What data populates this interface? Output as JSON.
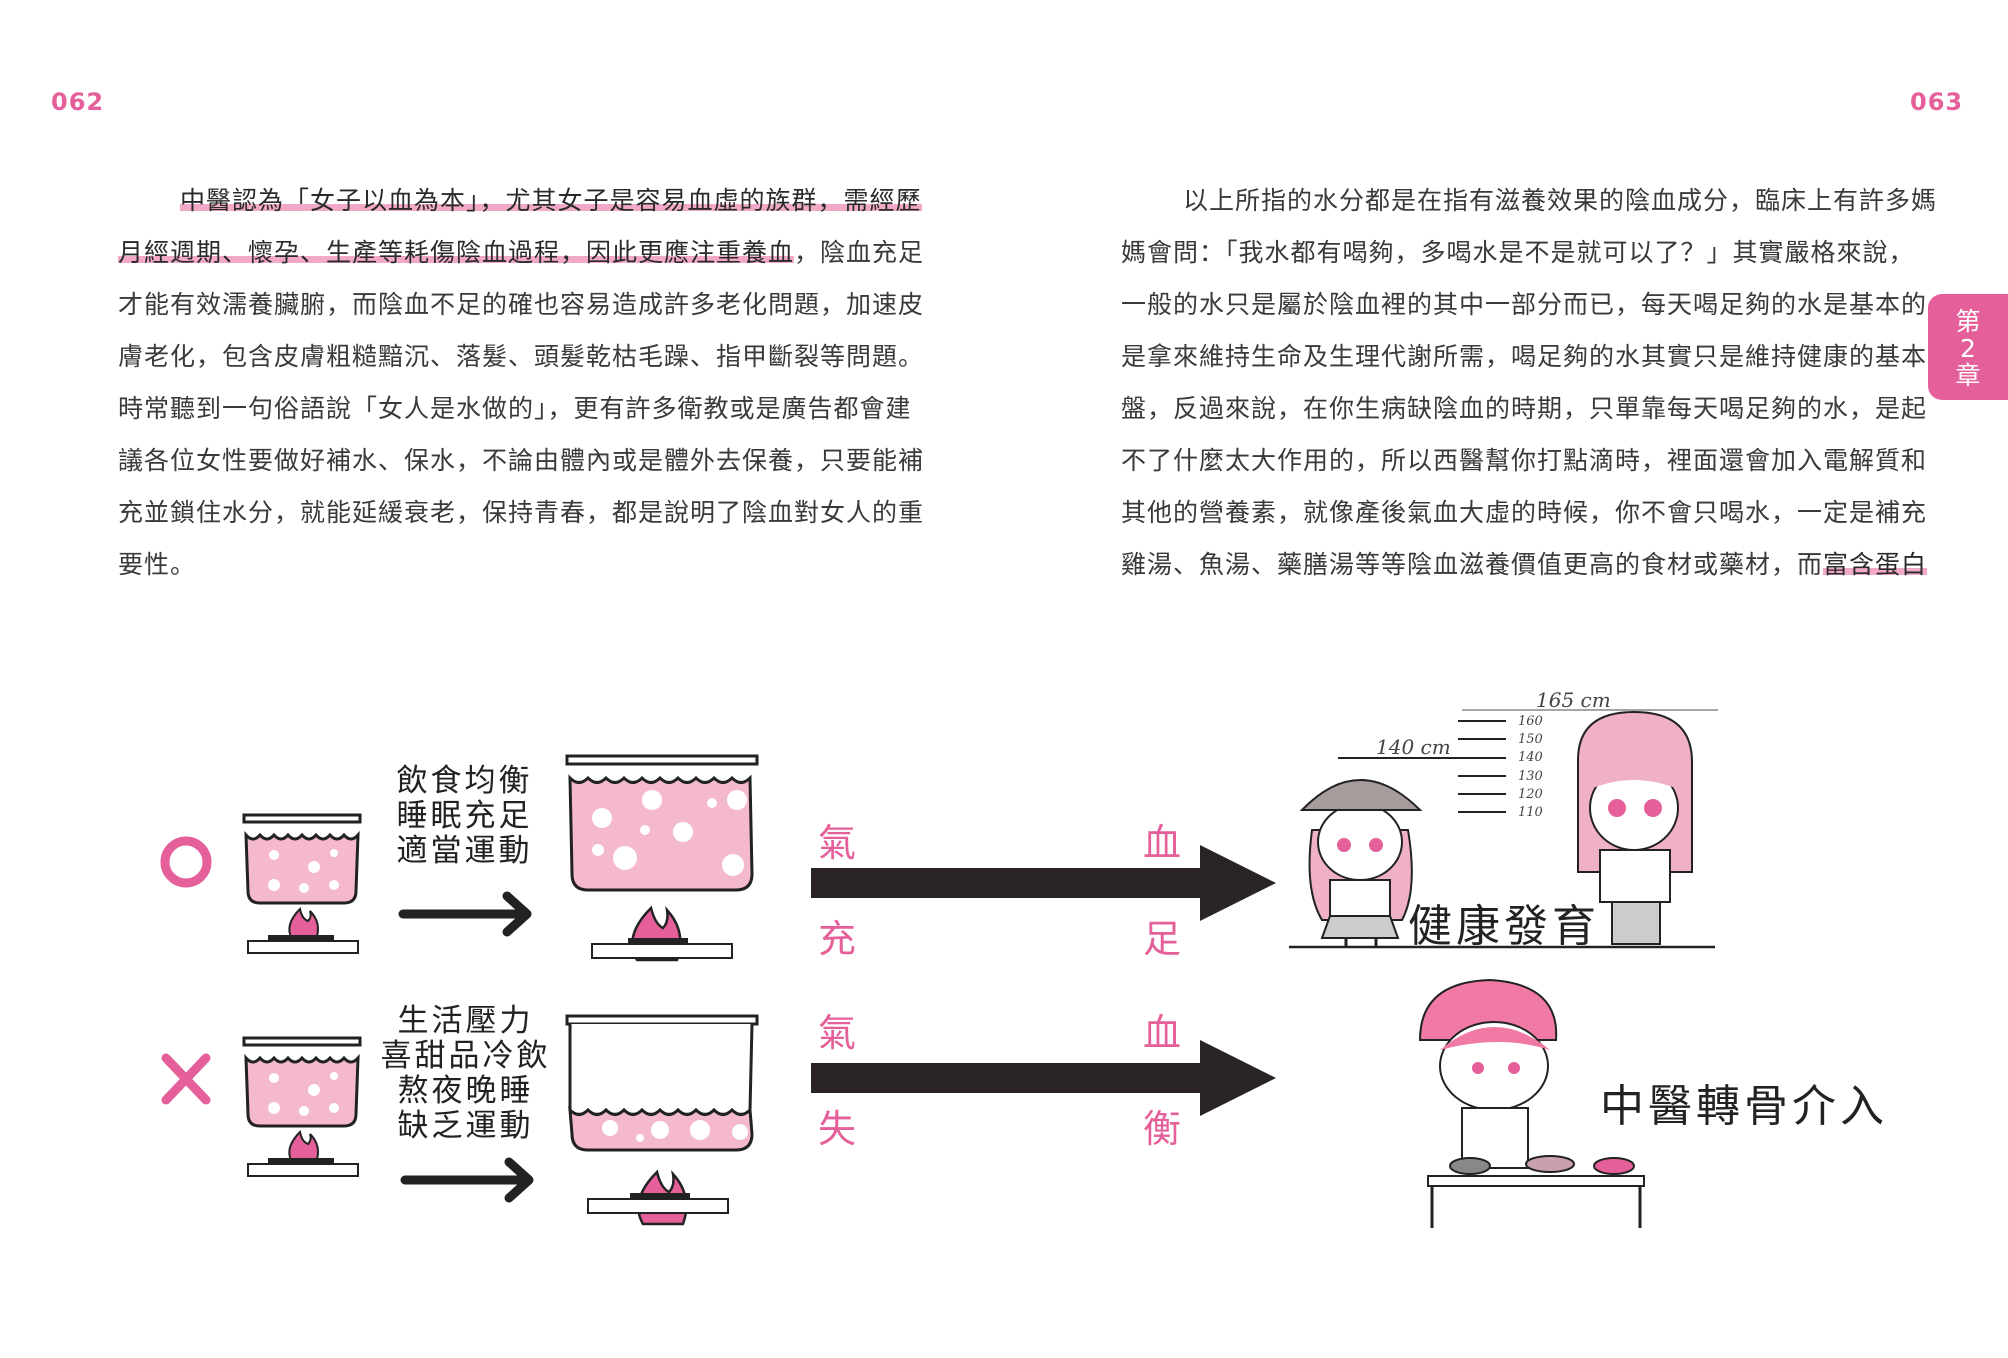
{
  "page_numbers": {
    "left": "062",
    "right": "063"
  },
  "chapter_tab": {
    "line1": "第",
    "line2": "2",
    "line3": "章"
  },
  "left_column": {
    "lines": [
      {
        "highlight": "中醫認為「女子以血為本」，尤其女子是容易血虛的族群，需經歷",
        "rest": ""
      },
      {
        "highlight": "月經週期、懷孕、生產等耗傷陰血過程，因此更應注重養血",
        "rest": "，陰血充足"
      },
      {
        "highlight": "",
        "rest": "才能有效濡養臟腑，而陰血不足的確也容易造成許多老化問題，加速皮"
      },
      {
        "highlight": "",
        "rest": "膚老化，包含皮膚粗糙黯沉、落髮、頭髮乾枯毛躁、指甲斷裂等問題。"
      },
      {
        "highlight": "",
        "rest": "時常聽到一句俗語說「女人是水做的」，更有許多衛教或是廣告都會建"
      },
      {
        "highlight": "",
        "rest": "議各位女性要做好補水、保水，不論由體內或是體外去保養，只要能補"
      },
      {
        "highlight": "",
        "rest": "充並鎖住水分，就能延緩衰老，保持青春，都是說明了陰血對女人的重"
      },
      {
        "highlight": "",
        "rest": "要性。"
      }
    ]
  },
  "right_column": {
    "lines": [
      {
        "text": "以上所指的水分都是在指有滋養效果的陰血成分，臨床上有許多媽",
        "highlight": ""
      },
      {
        "text": "媽會問：「我水都有喝夠，多喝水是不是就可以了？」其實嚴格來說，",
        "highlight": ""
      },
      {
        "text": "一般的水只是屬於陰血裡的其中一部分而已，每天喝足夠的水是基本的，",
        "highlight": ""
      },
      {
        "text": "是拿來維持生命及生理代謝所需，喝足夠的水其實只是維持健康的基本",
        "highlight": ""
      },
      {
        "text": "盤，反過來說，在你生病缺陰血的時期，只單靠每天喝足夠的水，是起",
        "highlight": ""
      },
      {
        "text": "不了什麼太大作用的，所以西醫幫你打點滴時，裡面還會加入電解質和",
        "highlight": ""
      },
      {
        "text": "其他的營養素，就像產後氣血大虛的時候，你不會只喝水，一定是補充",
        "highlight": ""
      },
      {
        "text": "雞湯、魚湯、藥膳湯等等陰血滋養價值更高的食材或藥材，而",
        "highlight": "富含蛋白"
      }
    ]
  },
  "diagram": {
    "good": {
      "symbol": "circle",
      "habits": [
        "飲食均衡",
        "睡眠充足",
        "適當運動"
      ],
      "left_chars": [
        "氣",
        "充"
      ],
      "right_chars": [
        "血",
        "足"
      ],
      "result": "健康發育",
      "height_labels": {
        "short": "140 cm",
        "tall": "165 cm",
        "scale": [
          "160",
          "150",
          "140",
          "130",
          "120",
          "110"
        ]
      }
    },
    "bad": {
      "symbol": "cross",
      "habits": [
        "生活壓力",
        "喜甜品冷飲",
        "熬夜晚睡",
        "缺乏運動"
      ],
      "left_chars": [
        "氣",
        "失"
      ],
      "right_chars": [
        "血",
        "衡"
      ],
      "result": "中醫轉骨介入"
    },
    "colors": {
      "pink": "#e5609a",
      "water": "#f4b8cf",
      "dark": "#2b2424"
    }
  }
}
